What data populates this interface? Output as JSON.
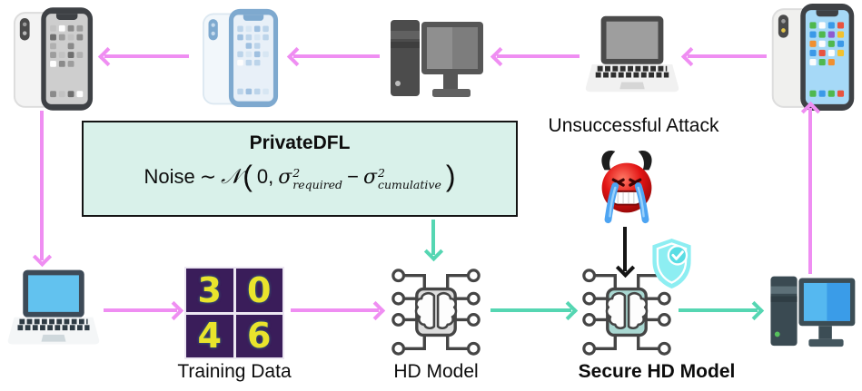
{
  "diagram": {
    "title_box": {
      "title": "PrivateDFL",
      "formula": {
        "lhs": "Noise",
        "tilde": "∼",
        "dist": "𝒩",
        "open": "(",
        "mean": "0,",
        "sigma": "σ",
        "exp": "2",
        "sub_required": "required",
        "minus": "−",
        "sub_cumulative": "cumulative",
        "close": ")"
      }
    },
    "attack_label": "Unsuccessful Attack",
    "labels": {
      "training_data": "Training Data",
      "hd_model": "HD Model",
      "secure_hd_model": "Secure HD Model"
    },
    "mnist_digits": [
      "3",
      "0",
      "4",
      "6"
    ],
    "colors": {
      "arrow_pink": "#ef8ef2",
      "arrow_teal": "#55d6b2",
      "arrow_black": "#151515",
      "box_bg": "#d9f1ea",
      "box_border": "#141414",
      "mnist_bg": "#3a1d5a",
      "mnist_digit": "#e9e42c",
      "chip_fill": "#dddddd",
      "secure_chip_fill": "#a9d8d2",
      "shield_fill": "#8deef2"
    }
  }
}
